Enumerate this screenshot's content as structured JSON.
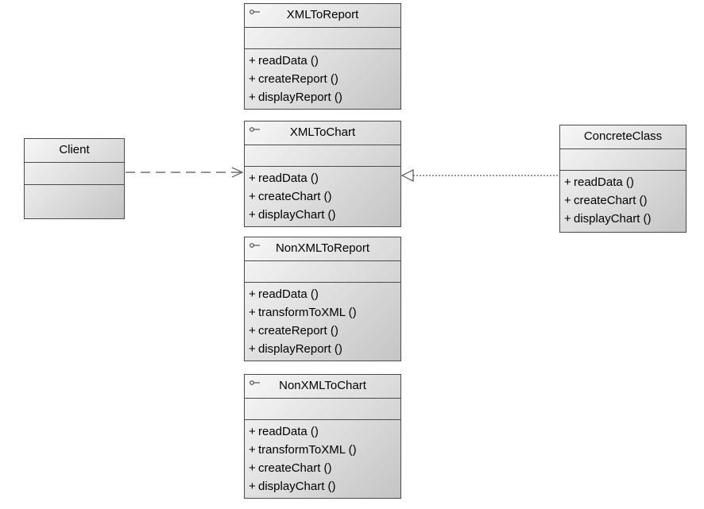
{
  "diagram": {
    "classes": {
      "xml_to_report": {
        "name": "XMLToReport",
        "operations": [
          {
            "visibility": "+",
            "label": "readData ()"
          },
          {
            "visibility": "+",
            "label": "createReport ()"
          },
          {
            "visibility": "+",
            "label": "displayReport ()"
          }
        ]
      },
      "xml_to_chart": {
        "name": "XMLToChart",
        "operations": [
          {
            "visibility": "+",
            "label": "readData ()"
          },
          {
            "visibility": "+",
            "label": "createChart ()"
          },
          {
            "visibility": "+",
            "label": "displayChart ()"
          }
        ]
      },
      "non_xml_to_report": {
        "name": "NonXMLToReport",
        "operations": [
          {
            "visibility": "+",
            "label": "readData ()"
          },
          {
            "visibility": "+",
            "label": "transformToXML ()"
          },
          {
            "visibility": "+",
            "label": "createReport ()"
          },
          {
            "visibility": "+",
            "label": "displayReport ()"
          }
        ]
      },
      "non_xml_to_chart": {
        "name": "NonXMLToChart",
        "operations": [
          {
            "visibility": "+",
            "label": "readData ()"
          },
          {
            "visibility": "+",
            "label": "transformToXML ()"
          },
          {
            "visibility": "+",
            "label": "createChart ()"
          },
          {
            "visibility": "+",
            "label": "displayChart ()"
          }
        ]
      },
      "client": {
        "name": "Client",
        "operations": []
      },
      "concrete_class": {
        "name": "ConcreteClass",
        "operations": [
          {
            "visibility": "+",
            "label": "readData ()"
          },
          {
            "visibility": "+",
            "label": "createChart ()"
          },
          {
            "visibility": "+",
            "label": "displayChart ()"
          }
        ]
      }
    },
    "relationships": [
      {
        "from": "Client",
        "to": "XMLToChart",
        "kind": "dependency"
      },
      {
        "from": "ConcreteClass",
        "to": "XMLToChart",
        "kind": "realization"
      }
    ],
    "colors": {
      "border": "#4a4a4a",
      "fill_light": "#f7f7f7",
      "fill_dark": "#c4c4c4",
      "line": "#555555"
    }
  }
}
